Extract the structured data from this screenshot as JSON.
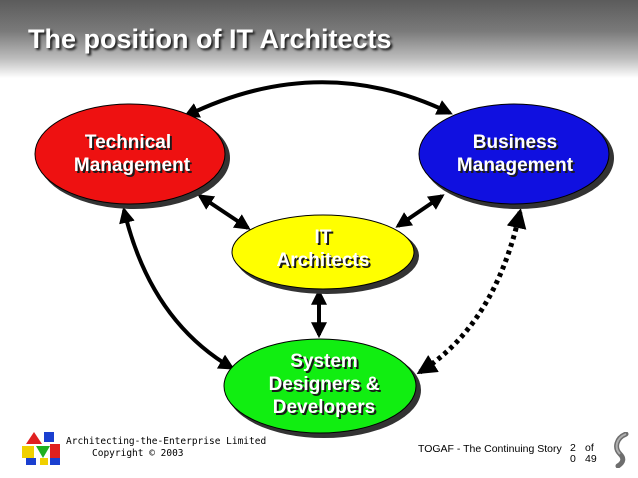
{
  "slide": {
    "title": "The position of IT Architects"
  },
  "nodes": {
    "technical": {
      "line1": "Technical",
      "line2": "Management",
      "color": "#ee1111"
    },
    "business": {
      "line1": "Business",
      "line2": "Management",
      "color": "#1010e0"
    },
    "it": {
      "line1": "IT",
      "line2": "Architects",
      "color": "#ffff00"
    },
    "system": {
      "line1": "System",
      "line2": "Designers &",
      "line3": "Developers",
      "color": "#11ee11"
    }
  },
  "footer": {
    "company": "Architecting-the-Enterprise Limited",
    "copyright": "Copyright © 2003",
    "story": "TOGAF - The Continuing Story",
    "page_current_top": "2",
    "page_current_bottom": "0",
    "page_of": "of",
    "page_total": "49"
  },
  "icons": [
    "logo-blocks-icon",
    "page-curl-icon"
  ]
}
